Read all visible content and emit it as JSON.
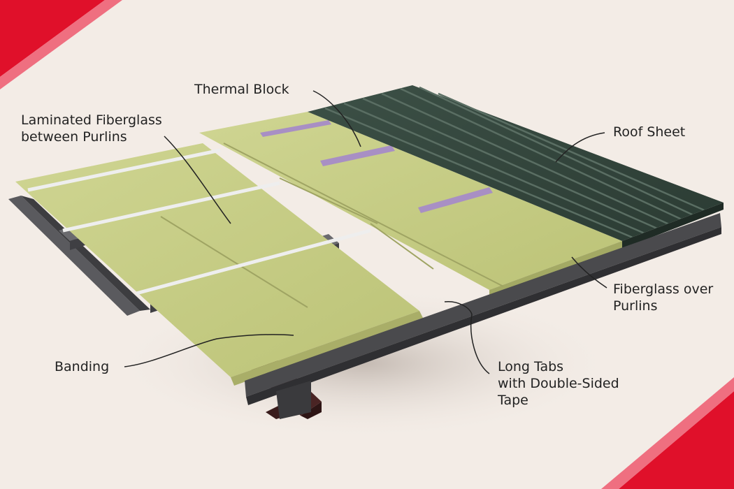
{
  "diagram": {
    "labels": {
      "thermal_block": [
        "Thermal Block"
      ],
      "laminated_fiberglass": [
        "Laminated Fiberglass",
        "between Purlins"
      ],
      "roof_sheet": [
        "Roof Sheet"
      ],
      "fiberglass_over_purlins": [
        "Fiberglass over",
        "Purlins"
      ],
      "banding": [
        "Banding"
      ],
      "long_tabs": [
        "Long Tabs",
        "with Double-Sided",
        "Tape"
      ]
    },
    "colors": {
      "background": "#f3ece6",
      "accent_red": "#e0102a",
      "accent_pink": "#ef6f80",
      "insulation": "#c9cf8a",
      "thermal_block": "#a88fc4",
      "roof_sheet": "#33463c",
      "steel": "#4a4a4d",
      "rafter": "#4a2424"
    }
  }
}
